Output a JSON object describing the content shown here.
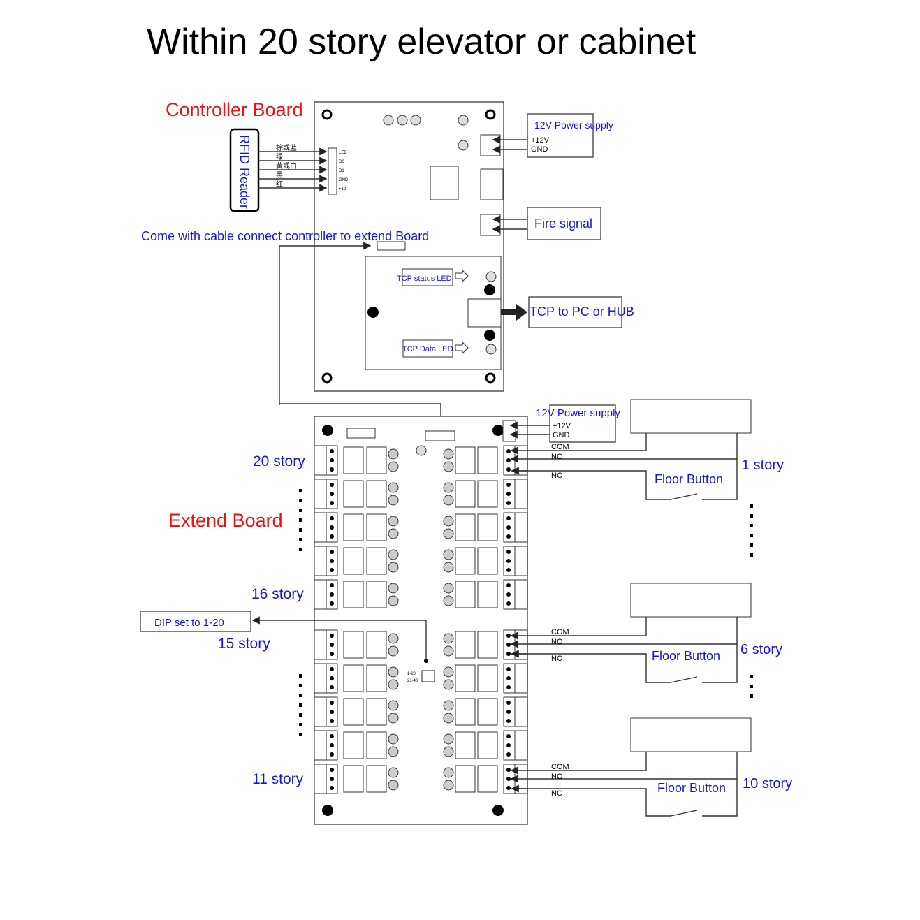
{
  "title": "Within 20 story elevator or cabinet",
  "controller": {
    "label": "Controller Board",
    "rfid_label": "RFID Reader",
    "wire_colors": [
      "棕或蓝",
      "绿",
      "黄或白",
      "黑",
      "红"
    ],
    "reader_pins": [
      "LED",
      "D0",
      "D1",
      "GND",
      "+12"
    ],
    "power_box": {
      "title": "12V Power supply",
      "plus": "+12V",
      "gnd": "GND"
    },
    "fire_box": "Fire signal",
    "tcp_status_led": "TCP status LED",
    "tcp_data_led": "TCP Data LED",
    "tcp_box": "TCP to PC or HUB",
    "cable_note": "Come with cable connect controller to extend Board"
  },
  "extend": {
    "label": "Extend Board",
    "power_box": {
      "title": "12V Power supply",
      "plus": "+12V",
      "gnd": "GND"
    },
    "dip_box": "DIP set to 1-20",
    "dip_settings": [
      "1-20",
      "21-40"
    ],
    "left_labels": {
      "top": "20 story",
      "mid": "16 story",
      "mid2": "15 story",
      "bottom": "11 story"
    },
    "terminals": {
      "com": "COM",
      "no": "NO",
      "nc": "NC"
    },
    "floor_groups": [
      {
        "story": "1 story",
        "button": "Floor Button"
      },
      {
        "story": "6 story",
        "button": "Floor Button"
      },
      {
        "story": "10 story",
        "button": "Floor Button"
      }
    ]
  },
  "colors": {
    "title": "#000000",
    "board_label": "#ee1111",
    "annotation": "#1515e0"
  }
}
